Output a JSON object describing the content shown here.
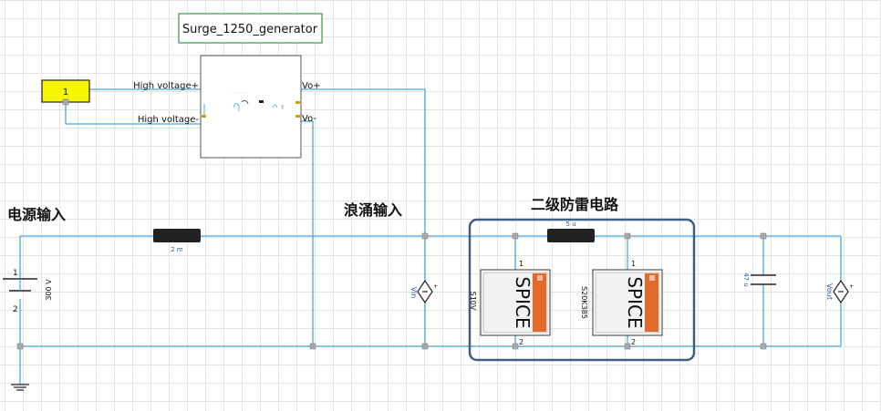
{
  "generator": {
    "title": "Surge_1250_generator",
    "port_hv_plus": "High voltage+",
    "port_hv_minus": "High voltage-",
    "port_vo_plus": "Vo+",
    "port_vo_minus": "Vo-"
  },
  "const_block": {
    "value": "1"
  },
  "labels": {
    "power_input": "电源输入",
    "surge_input": "浪涌输入",
    "protection_stage": "二级防雷电路"
  },
  "source": {
    "value": "300 V",
    "pin1": "1",
    "pin2": "2"
  },
  "inductor_main": {
    "value": "2 m"
  },
  "inductor_stage": {
    "value": "5 u"
  },
  "spice_left": {
    "text": "SPICE",
    "name": "S10V",
    "pin1": "1",
    "pin2": "2"
  },
  "spice_right": {
    "text": "SPICE",
    "name": "S20K385",
    "pin1": "1",
    "pin2": "2"
  },
  "capacitor": {
    "value": "47 u"
  },
  "probe_vin": {
    "label": "Vin"
  },
  "probe_vout": {
    "label": "Vout"
  },
  "colors": {
    "wire": "#4aa8e0",
    "junction": "#a8a8a8",
    "highlight": "#3d5f85",
    "spice_accent": "#e46a2a",
    "block_fill": "#f5f500",
    "title_border": "#2e9a4a"
  }
}
